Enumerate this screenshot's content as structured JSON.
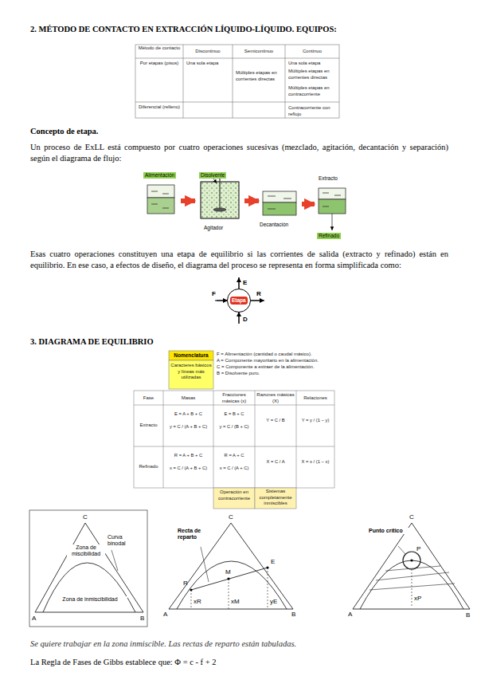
{
  "diagram": {
    "nodes": [
      {
        "text": [
          "Alimentación"
        ]
      },
      {
        "text": [
          "Disolvente",
          "Agitador"
        ]
      },
      {
        "text": [
          "Decantación"
        ]
      },
      {
        "text": [
          "Extracto",
          "Refinado"
        ]
      },
      {
        "text": [
          "Etapa"
        ]
      }
    ],
    "edges": [
      {
        "from": 0,
        "to": 1,
        "arrow": "to"
      },
      {
        "from": 1,
        "to": 2,
        "arrow": "to"
      },
      {
        "from": 2,
        "to": 3,
        "arrow": "to"
      }
    ],
    "labels": [
      "2. MÉTODO DE CONTACTO EN EXTRACCIÓN LÍQUIDO-LÍQUIDO. EQUIPOS:",
      "Método de contacto",
      "Discontinuo",
      "Semicontinuo",
      "Continuo",
      "Por etapas (pisos)",
      "Una sola etapa",
      "Múltiples etapas en corrientes directas",
      "Una sola etapa",
      "Múltiples etapas en corrientes directas",
      "Múltiples etapas en contracorriente",
      "Diferencial (relleno)",
      "Contracorriente con reflujo",
      "Concepto de etapa.",
      "Un proceso de ExLL está compuesto por cuatro operaciones sucesivas (mezclado, agitación, decantación y separación) según el diagrama de flujo:",
      "Esas cuatro operaciones constituyen una etapa de equilibrio si las corrientes de salida (extracto y refinado) están en equilibrio. En ese caso, a efectos de diseño, el diagrama del proceso se representa en forma simplificada como:",
      "F",
      "E",
      "R",
      "D",
      "3. DIAGRAMA DE EQUILIBRIO",
      "Nomenclatura",
      "Caracteres básicos y líneas más utilizadas",
      "F = Alimentación (cantidad o caudal másico).",
      "A = Componente mayoritario en la alimentación.",
      "C = Componente a extraer de la alimentación.",
      "B = Disolvente puro.",
      "Fase",
      "Masas",
      "Fracciones másicas (x)",
      "Razones másicas (X)",
      "Relaciones",
      "Extracto",
      "E = A + B + C",
      "y = C / (A + B + C)",
      "E = B + C",
      "y = C / (B + C)",
      "Y = C / B",
      "Y = y / (1 − y)",
      "Refinado",
      "R = A + B + C",
      "x = C / (A + B + C)",
      "R = A + C",
      "x = C / (A + C)",
      "X = C / A",
      "X = x / (1 − x)",
      "Operación en contracorriente",
      "Sistemas completamente inmiscibles",
      "C",
      "A",
      "B",
      "Zona de miscibilidad",
      "Curva binodal",
      "Zona de inmiscibilidad",
      "C",
      "A",
      "B",
      "Recta de reparto",
      "M",
      "E",
      "R",
      "xR",
      "xM",
      "yE",
      "C",
      "A",
      "B",
      "Punto crítico",
      "P",
      "xP",
      "Se quiere trabajar en la zona inmiscible. Las rectas de reparto están tabuladas.",
      "La Regla de Fases de Gibbs establece que: Φ = c - f + 2"
    ]
  }
}
